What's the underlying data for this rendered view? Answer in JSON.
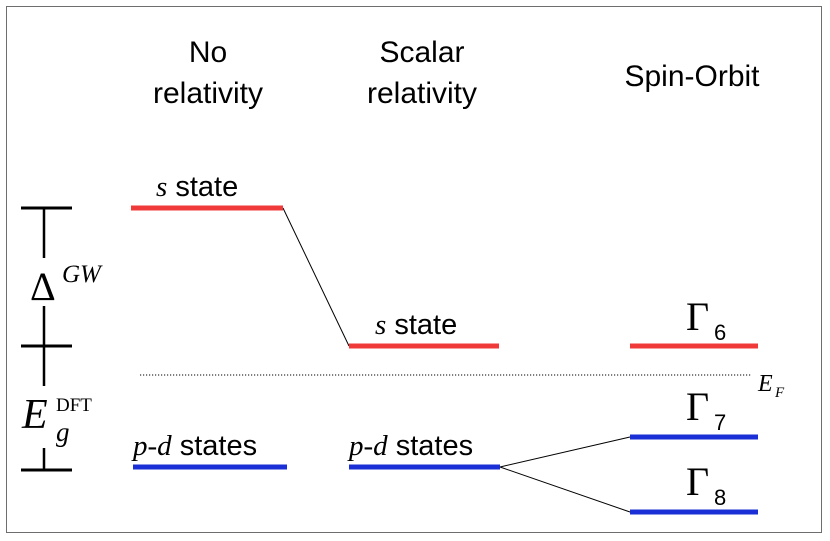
{
  "headers": {
    "no_rel_line1": "No",
    "no_rel_line2": "relativity",
    "scalar_line1": "Scalar",
    "scalar_line2": "relativity",
    "spin_orbit": "Spin-Orbit"
  },
  "states": {
    "s_italic": "s",
    "s_rest": " state",
    "pd_italic": "p-d",
    "pd_rest": " states"
  },
  "gamma_symbol": "Γ",
  "gammas": {
    "g6": "6",
    "g7": "7",
    "g8": "8"
  },
  "fermi": {
    "symbol": "E",
    "sub": "F"
  },
  "gap": {
    "delta_symbol": "Δ",
    "delta_sup": "GW",
    "e_symbol": "E",
    "e_sup": "DFT",
    "e_sub": "g"
  },
  "colors": {
    "s_level": "#f03a3a",
    "pd_level": "#1a2fd6",
    "line": "#000000"
  }
}
